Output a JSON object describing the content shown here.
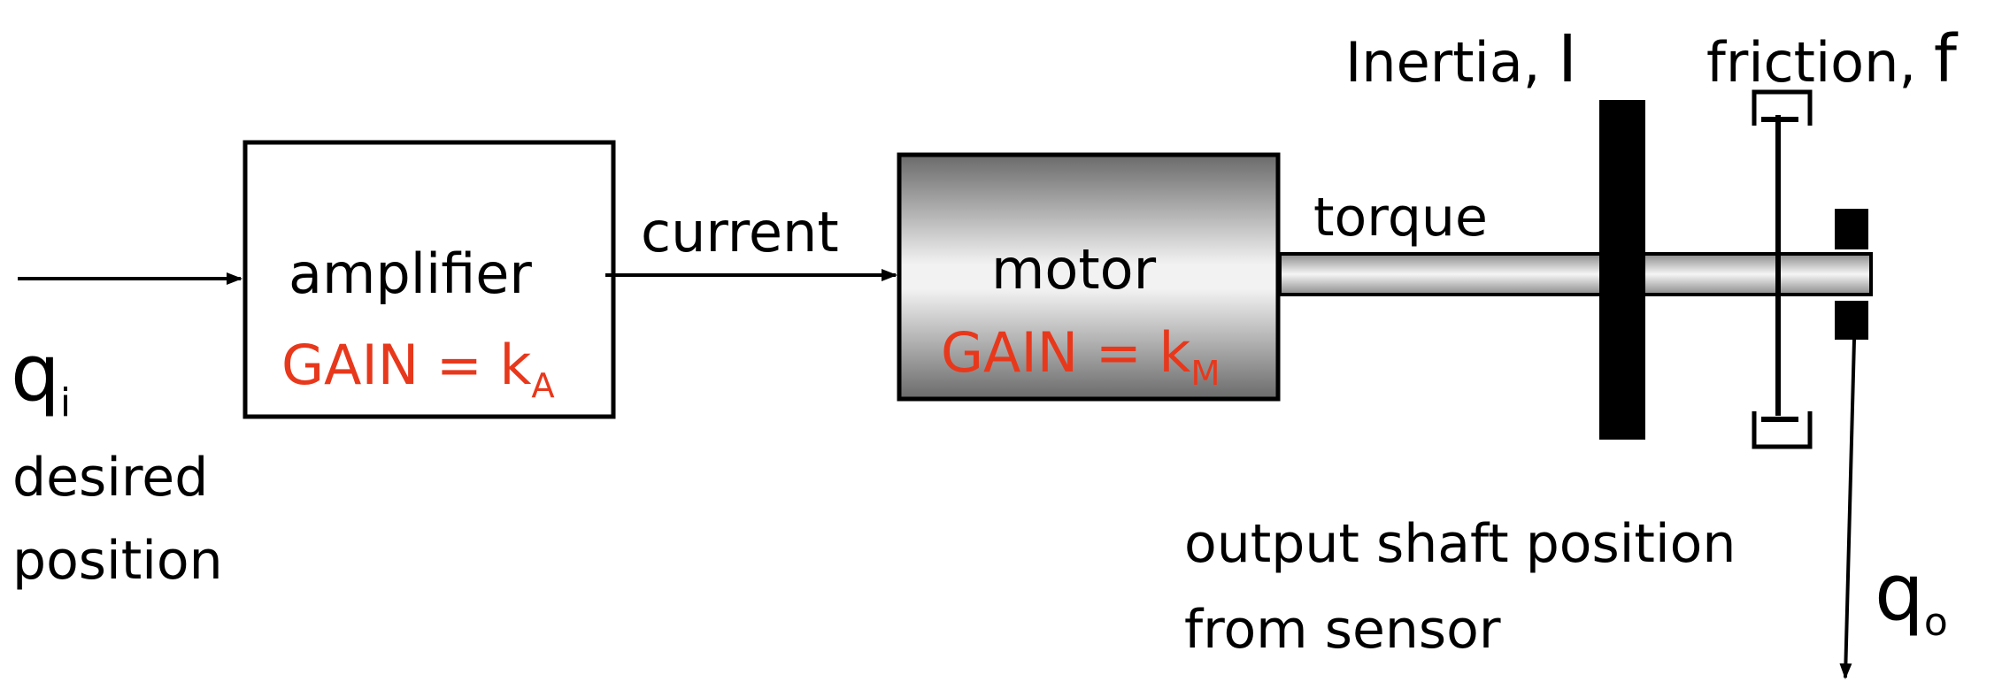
{
  "input": {
    "symbol": "q",
    "subscript": "i",
    "caption_line1": "desired",
    "caption_line2": "position"
  },
  "amplifier": {
    "name": "amplifier",
    "gain_prefix": "GAIN = k",
    "gain_subscript": "A"
  },
  "signal_current": "current",
  "motor": {
    "name": "motor",
    "gain_prefix": "GAIN = k",
    "gain_subscript": "M"
  },
  "signal_torque": "torque",
  "inertia": {
    "label": "Inertia,",
    "symbol": "I"
  },
  "friction": {
    "label": "friction,",
    "symbol": "f"
  },
  "sensor": {
    "caption_line1": "output shaft position",
    "caption_line2": "from sensor"
  },
  "output": {
    "symbol": "q",
    "subscript": "o"
  },
  "colors": {
    "gain_text": "#e8381c",
    "line": "#000000"
  }
}
